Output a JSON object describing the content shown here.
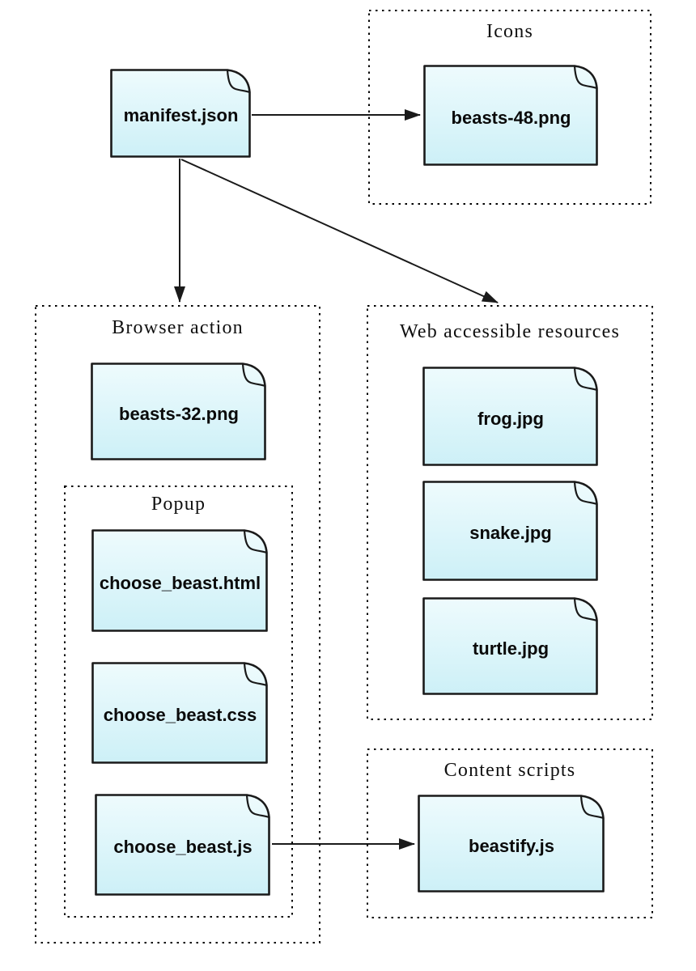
{
  "colors": {
    "background": "#ffffff",
    "doc_fill_top": "#eefbfd",
    "doc_fill_bottom": "#cdf0f7",
    "doc_border": "#1a1a1a",
    "group_border": "#000000",
    "arrow": "#1a1a1a",
    "label_text": "#0a0a0a",
    "title_text": "#101010"
  },
  "groups": [
    {
      "title": "Icons"
    },
    {
      "title": "Browser action"
    },
    {
      "title": "Popup"
    },
    {
      "title": "Web accessible resources"
    },
    {
      "title": "Content scripts"
    }
  ],
  "nodes": [
    {
      "label": "manifest.json",
      "group": null
    },
    {
      "label": "beasts-48.png",
      "group": "Icons"
    },
    {
      "label": "beasts-32.png",
      "group": "Browser action"
    },
    {
      "label": "choose_beast.html",
      "group": "Popup"
    },
    {
      "label": "choose_beast.css",
      "group": "Popup"
    },
    {
      "label": "choose_beast.js",
      "group": "Popup"
    },
    {
      "label": "frog.jpg",
      "group": "Web accessible resources"
    },
    {
      "label": "snake.jpg",
      "group": "Web accessible resources"
    },
    {
      "label": "turtle.jpg",
      "group": "Web accessible resources"
    },
    {
      "label": "beastify.js",
      "group": "Content scripts"
    }
  ],
  "edges": [
    {
      "from": "manifest.json",
      "to": "beasts-48.png"
    },
    {
      "from": "manifest.json",
      "to": "Browser action"
    },
    {
      "from": "manifest.json",
      "to": "Web accessible resources"
    },
    {
      "from": "choose_beast.js",
      "to": "beastify.js"
    }
  ]
}
